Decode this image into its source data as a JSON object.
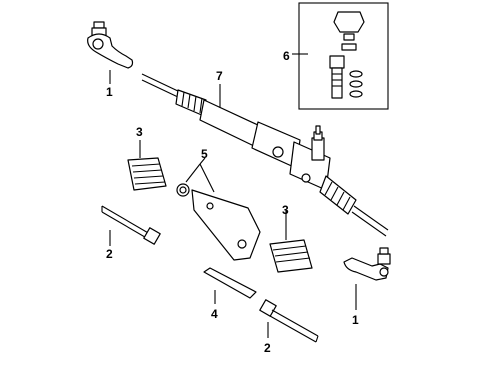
{
  "diagram": {
    "callouts": [
      {
        "id": "c1a",
        "label": "1",
        "part": "tie-rod-end-left"
      },
      {
        "id": "c7",
        "label": "7",
        "part": "steering-gear-assembly"
      },
      {
        "id": "c6",
        "label": "6",
        "part": "valve-kit-inset"
      },
      {
        "id": "c3a",
        "label": "3",
        "part": "boot-left"
      },
      {
        "id": "c5",
        "label": "5",
        "part": "rack-bushing-kit"
      },
      {
        "id": "c3b",
        "label": "3",
        "part": "boot-right"
      },
      {
        "id": "c2a",
        "label": "2",
        "part": "inner-tie-rod-left"
      },
      {
        "id": "c4",
        "label": "4",
        "part": "rack-shaft"
      },
      {
        "id": "c2b",
        "label": "2",
        "part": "inner-tie-rod-right"
      },
      {
        "id": "c1b",
        "label": "1",
        "part": "tie-rod-end-right"
      }
    ]
  }
}
